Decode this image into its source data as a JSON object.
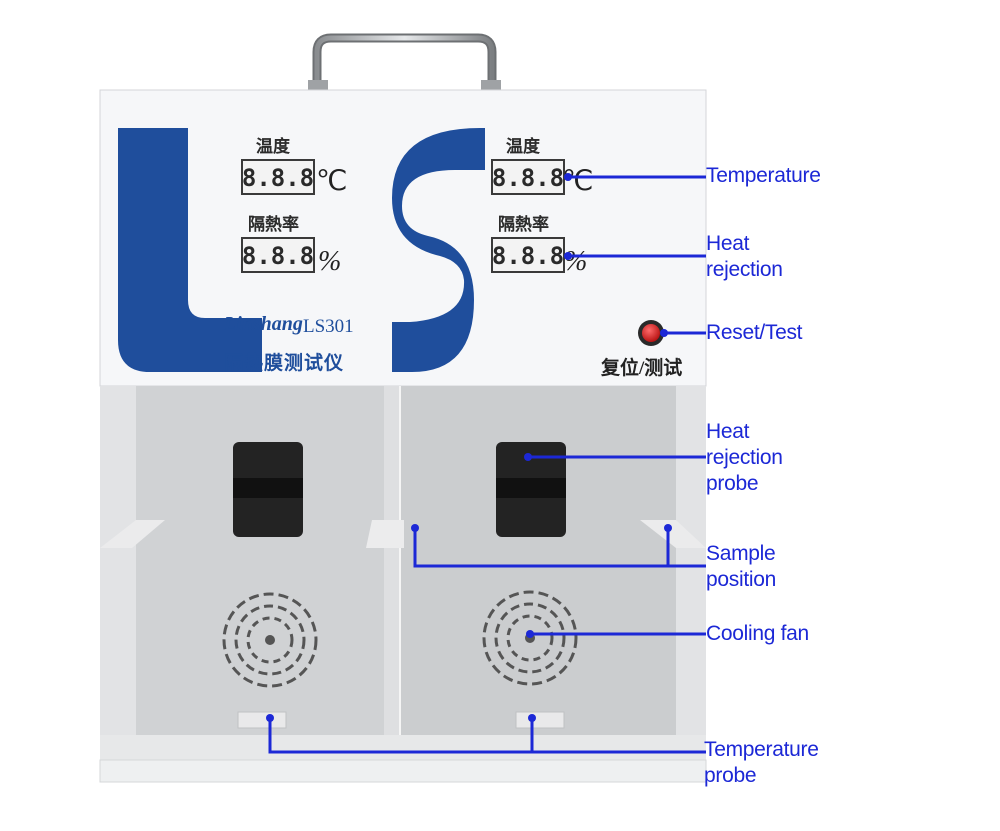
{
  "device": {
    "brand": "Linshang",
    "model": "LS301",
    "product_name": "隔热膜测试仪",
    "reset_label": "复位/测试",
    "channels": [
      {
        "temp_label": "温度",
        "temp_unit": "℃",
        "rate_label": "隔熱率",
        "rate_unit": "%",
        "display": "8.8.8"
      },
      {
        "temp_label": "温度",
        "temp_unit": "℃",
        "rate_label": "隔熱率",
        "rate_unit": "%",
        "display": "8.8.8"
      }
    ]
  },
  "callouts": [
    {
      "label": "Temperature"
    },
    {
      "label": "Heat\nrejection"
    },
    {
      "label": "Reset/Test"
    },
    {
      "label": "Heat\nrejection\nprobe"
    },
    {
      "label": "Sample\nposition"
    },
    {
      "label": "Cooling fan"
    },
    {
      "label": "Temperature\nprobe"
    }
  ],
  "colors": {
    "brand_blue": "#1f4e9c",
    "callout_blue": "#1c28d6",
    "panel_white": "#f6f7f9",
    "chamber_gray": "#cfd1d3",
    "reset_red": "#d81e1e"
  }
}
